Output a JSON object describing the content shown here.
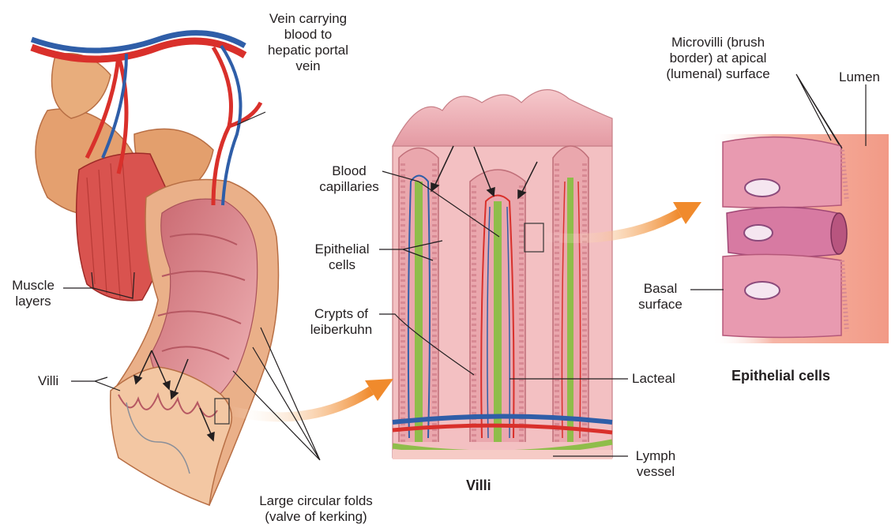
{
  "labels": {
    "vein": [
      "Vein carrying",
      "blood to",
      "hepatic portal",
      "vein"
    ],
    "muscle": [
      "Muscle",
      "layers"
    ],
    "villi_left": "Villi",
    "folds": [
      "Large circular folds",
      "(valve of kerking)"
    ],
    "blood_capillaries": [
      "Blood",
      "capillaries"
    ],
    "epithelial": [
      "Epithelial",
      "cells"
    ],
    "crypts": [
      "Crypts of",
      "leiberkuhn"
    ],
    "lacteal": "Lacteal",
    "lymph": [
      "Lymph",
      "vessel"
    ],
    "microvilli": [
      "Microvilli (brush",
      "border) at apical",
      "(lumenal) surface"
    ],
    "lumen": "Lumen",
    "basal": [
      "Basal",
      "surface"
    ]
  },
  "captions": {
    "villi": "Villi",
    "epithelial_cells": "Epithelial cells"
  },
  "colors": {
    "tissue_pink": "#e9a3ac",
    "artery_red": "#d9302b",
    "vein_blue": "#2f5ea8",
    "lacteal_green": "#8fbd4a",
    "arrow_orange": "#f08a2c"
  }
}
